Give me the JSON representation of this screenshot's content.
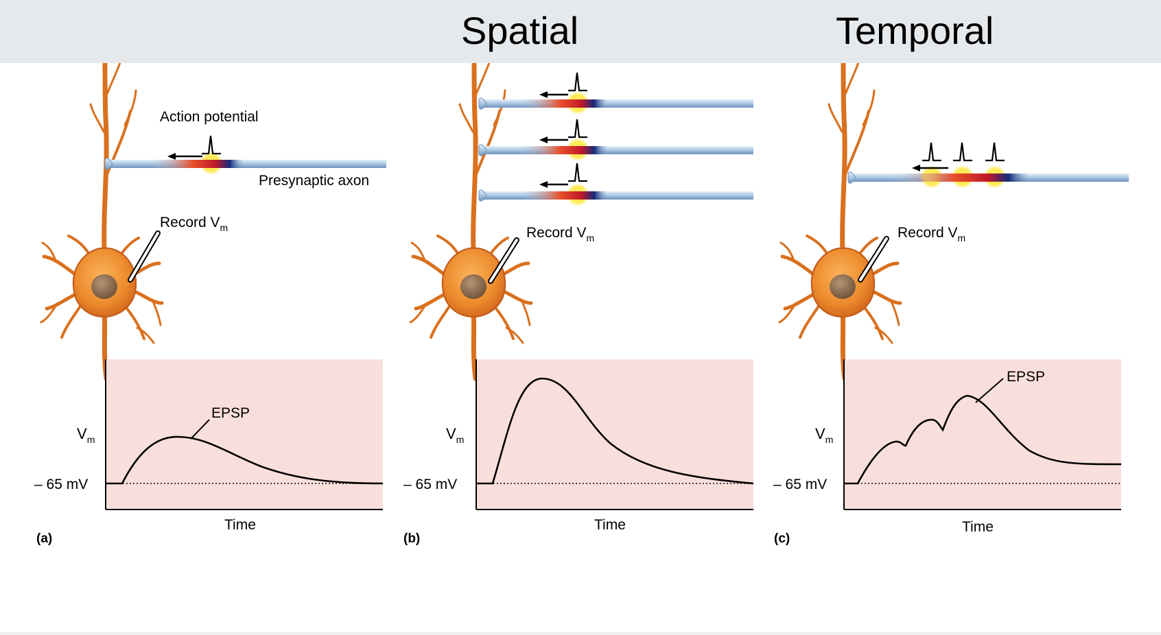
{
  "header": {
    "spatial": "Spatial",
    "temporal": "Temporal"
  },
  "panels": [
    {
      "id": "a",
      "letter": "(a)",
      "action_potential_label": "Action potential",
      "presynaptic_label": "Presynaptic axon",
      "record_label": "Record V",
      "record_sub": "m",
      "epsp_label": "EPSP",
      "vm_label": "V",
      "vm_sub": "m",
      "baseline_label": "– 65 mV",
      "time_label": "Time"
    },
    {
      "id": "b",
      "letter": "(b)",
      "record_label": "Record V",
      "record_sub": "m",
      "vm_label": "V",
      "vm_sub": "m",
      "baseline_label": "– 65 mV",
      "time_label": "Time"
    },
    {
      "id": "c",
      "letter": "(c)",
      "record_label": "Record V",
      "record_sub": "m",
      "epsp_label": "EPSP",
      "vm_label": "V",
      "vm_sub": "m",
      "baseline_label": "– 65 mV",
      "time_label": "Time"
    }
  ],
  "colors": {
    "graph_bg": "#f9dfdb",
    "axon": "#a9c6e2",
    "neuron": "#e9872a",
    "nucleus": "#8a6a4a",
    "glow": "#ffe84a"
  }
}
